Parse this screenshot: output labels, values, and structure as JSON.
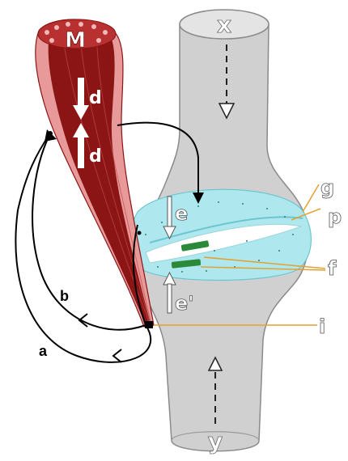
{
  "labels": {
    "muscle": "M",
    "bone_top": "x",
    "bone_bottom": "y",
    "force_down": "d",
    "force_up": "d",
    "upper_cartilage": "e",
    "lower_cartilage": "e'",
    "capsule": "g",
    "synovial_fluid": "p",
    "membrane": "f",
    "insertion": "i",
    "arc_a": "a",
    "arc_b": "b"
  },
  "colors": {
    "bone_fill": "#d0d0d0",
    "bone_stroke": "#8a8a8a",
    "muscle_dark": "#8b1414",
    "muscle_light": "#e89a9a",
    "joint_fluid": "#aee8ee",
    "cartilage": "#2a8a3a",
    "leader": "#e2a133",
    "arrow": "#000000"
  }
}
